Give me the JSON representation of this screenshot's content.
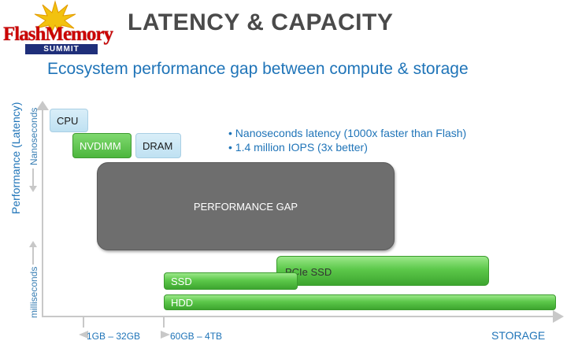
{
  "logo": {
    "text": "FlashMemory",
    "sub": "SUMMIT"
  },
  "title": "LATENCY & CAPACITY",
  "subtitle": "Ecosystem performance gap between compute & storage",
  "y_axis": {
    "label": "Performance (Latency)",
    "top": "Nanoseconds",
    "bottom": "milliseconds"
  },
  "x_axis": {
    "label": "STORAGE",
    "range1": "1GB – 32GB",
    "range2": "60GB – 4TB"
  },
  "boxes": {
    "cpu": "CPU",
    "nvdimm": "NVDIMM",
    "dram": "DRAM",
    "gap": "PERFORMANCE GAP",
    "pcie": "PCIe SSD",
    "ssd": "SSD",
    "hdd": "HDD"
  },
  "bullets": [
    "• Nanoseconds latency (1000x faster than Flash)",
    "• 1.4 million IOPS (3x better)"
  ],
  "colors": {
    "accent_blue": "#1f74b8",
    "green": "#5cc84a",
    "gap_gray": "#6e6e6e",
    "title_gray": "#4a4a4a"
  }
}
